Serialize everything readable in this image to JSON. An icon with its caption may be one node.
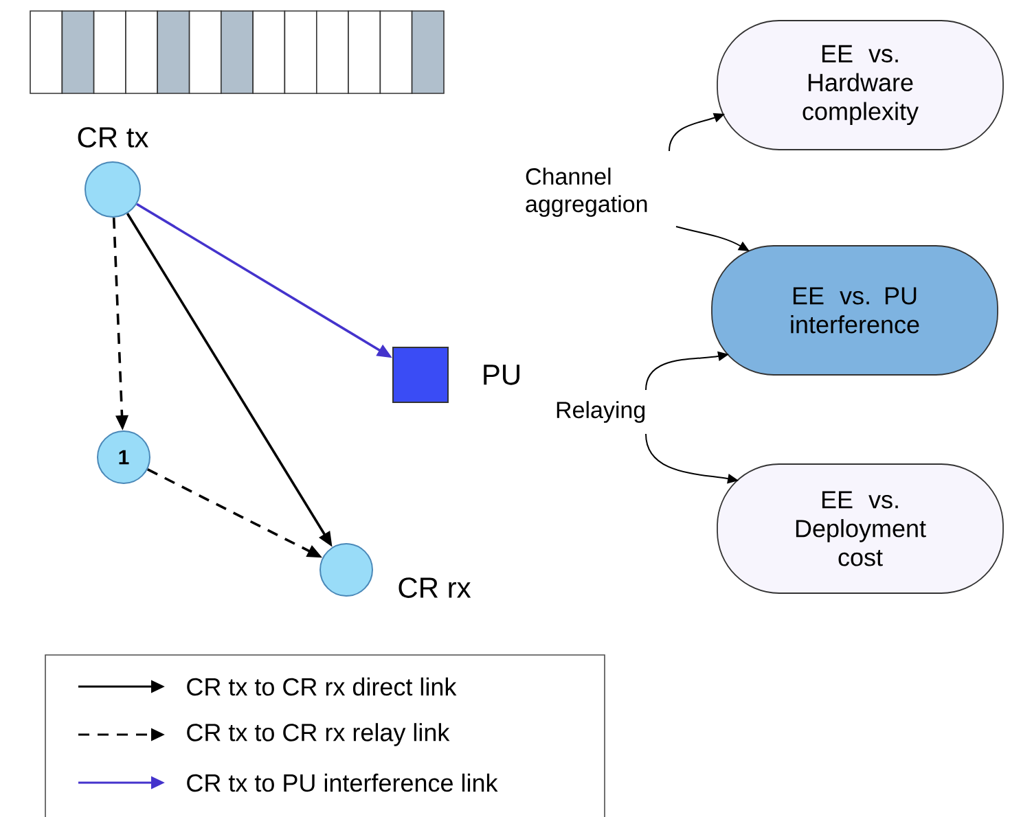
{
  "diagram": {
    "nodes": [
      {
        "text": [],
        "shape": "circle",
        "beside": [
          "CR tx"
        ]
      },
      {
        "text": [
          "1"
        ]
      },
      {
        "text": [],
        "shape": "circle",
        "beside": [
          "CR rx"
        ]
      },
      {
        "text": [],
        "shape": "box",
        "beside": [
          "PU"
        ]
      },
      {
        "text": [
          "EE vs. Hardware complexity"
        ]
      },
      {
        "text": [
          "EE vs. PU interference"
        ]
      },
      {
        "text": [
          "EE vs. Deployment cost"
        ]
      },
      {
        "text": [
          "Channel aggregation"
        ]
      },
      {
        "text": [
          "Relaying"
        ]
      }
    ],
    "edges": [
      {
        "from": 0,
        "to": 3,
        "arrow": "to",
        "color": "#4433cc"
      },
      {
        "from": 0,
        "to": 1,
        "arrow": "to",
        "style": "dashed"
      },
      {
        "from": 0,
        "to": 2,
        "arrow": "to"
      },
      {
        "from": 1,
        "to": 2,
        "arrow": "to",
        "style": "dashed"
      },
      {
        "from": 7,
        "to": 4,
        "arrow": "to"
      },
      {
        "from": 7,
        "to": 5,
        "arrow": "to"
      },
      {
        "from": 8,
        "to": 5,
        "arrow": "to"
      },
      {
        "from": 8,
        "to": 6,
        "arrow": "to"
      }
    ],
    "legend": [
      {
        "text": "CR tx to CR rx direct link"
      },
      {
        "text": "CR tx to CR rx relay link"
      },
      {
        "text": "CR tx to PU interference link"
      }
    ]
  }
}
